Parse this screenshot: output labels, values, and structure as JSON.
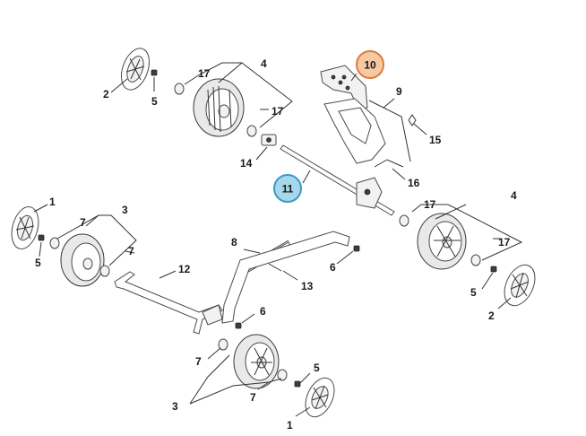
{
  "labels": {
    "l1a": "1",
    "l1b": "1",
    "l2a": "2",
    "l2b": "2",
    "l3a": "3",
    "l3b": "3",
    "l4a": "4",
    "l4b": "4",
    "l5a": "5",
    "l5b": "5",
    "l5c": "5",
    "l5d": "5",
    "l6a": "6",
    "l6b": "6",
    "l7a": "7",
    "l7b": "7",
    "l7c": "7",
    "l7d": "7",
    "l8": "8",
    "l9": "9",
    "l10": "10",
    "l11": "11",
    "l12": "12",
    "l13": "13",
    "l14": "14",
    "l15": "15",
    "l16": "16",
    "l17a": "17",
    "l17b": "17",
    "l17c": "17",
    "l17d": "17"
  },
  "colors": {
    "callout_orange_fill": "#f6c8a4",
    "callout_orange_stroke": "#e07b39",
    "callout_blue_fill": "#a7d7ea",
    "callout_blue_stroke": "#3b9ac4"
  }
}
